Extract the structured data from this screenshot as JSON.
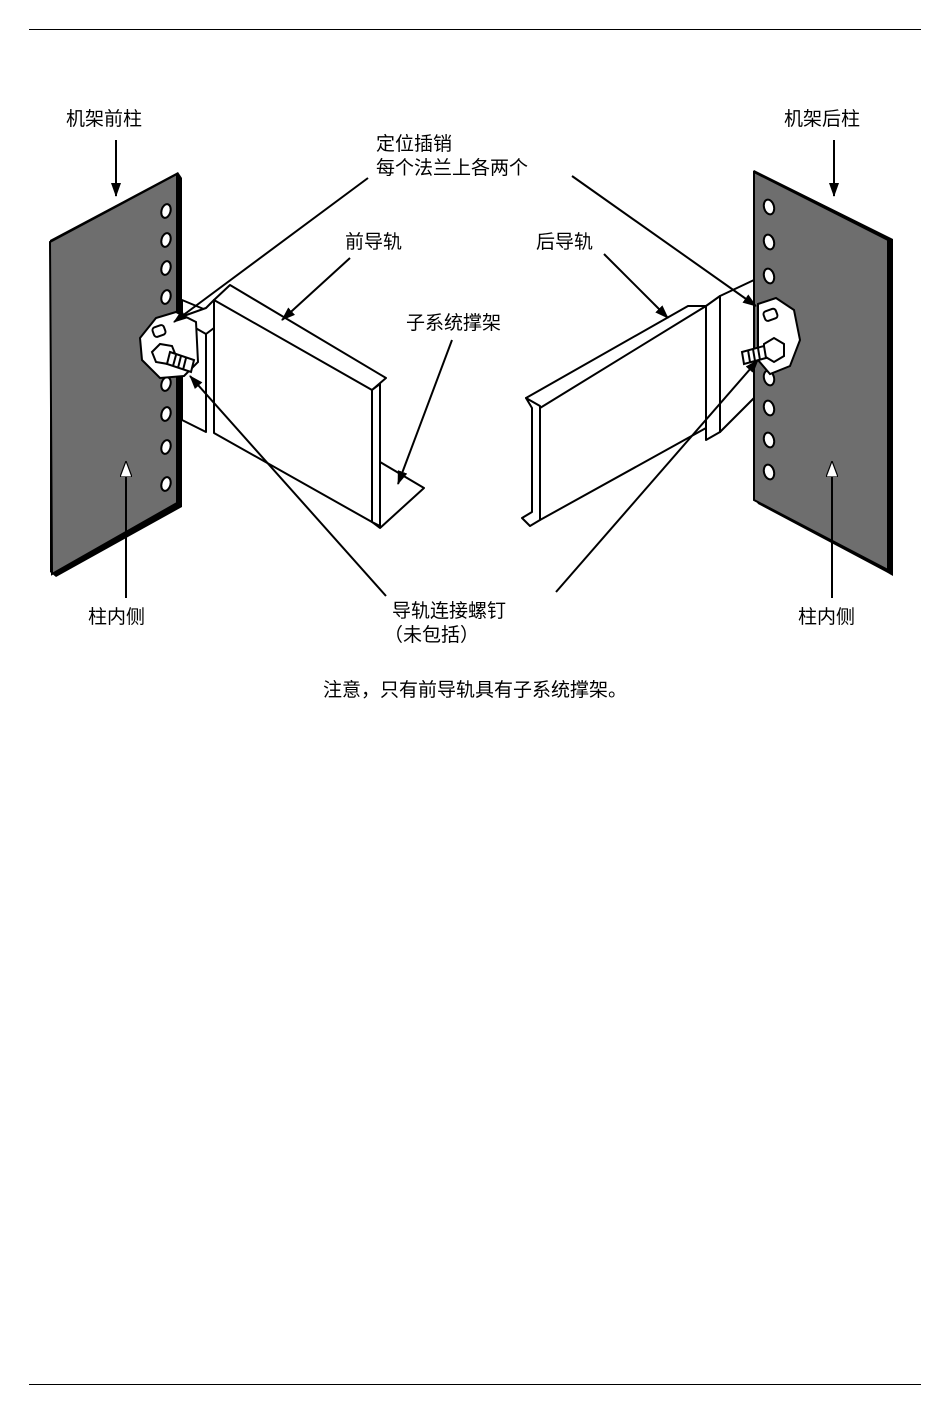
{
  "labels": {
    "front_post": "机架前柱",
    "rear_post": "机架后柱",
    "pins_line1": "定位插销",
    "pins_line2": "每个法兰上各两个",
    "front_rail": "前导轨",
    "rear_rail": "后导轨",
    "subsystem_bracket": "子系统撑架",
    "inner_side_left": "柱内侧",
    "inner_side_right": "柱内侧",
    "screws_line1": "导轨连接螺钉",
    "screws_line2": "（未包括）"
  },
  "caption": "注意，只有前导轨具有子系统撑架。",
  "colors": {
    "post_fill": "#6e6e6e",
    "line": "#000000",
    "background": "#ffffff"
  },
  "icons": {
    "arrow": "arrowhead-filled",
    "arrow_inner": "arrowhead-outline"
  }
}
